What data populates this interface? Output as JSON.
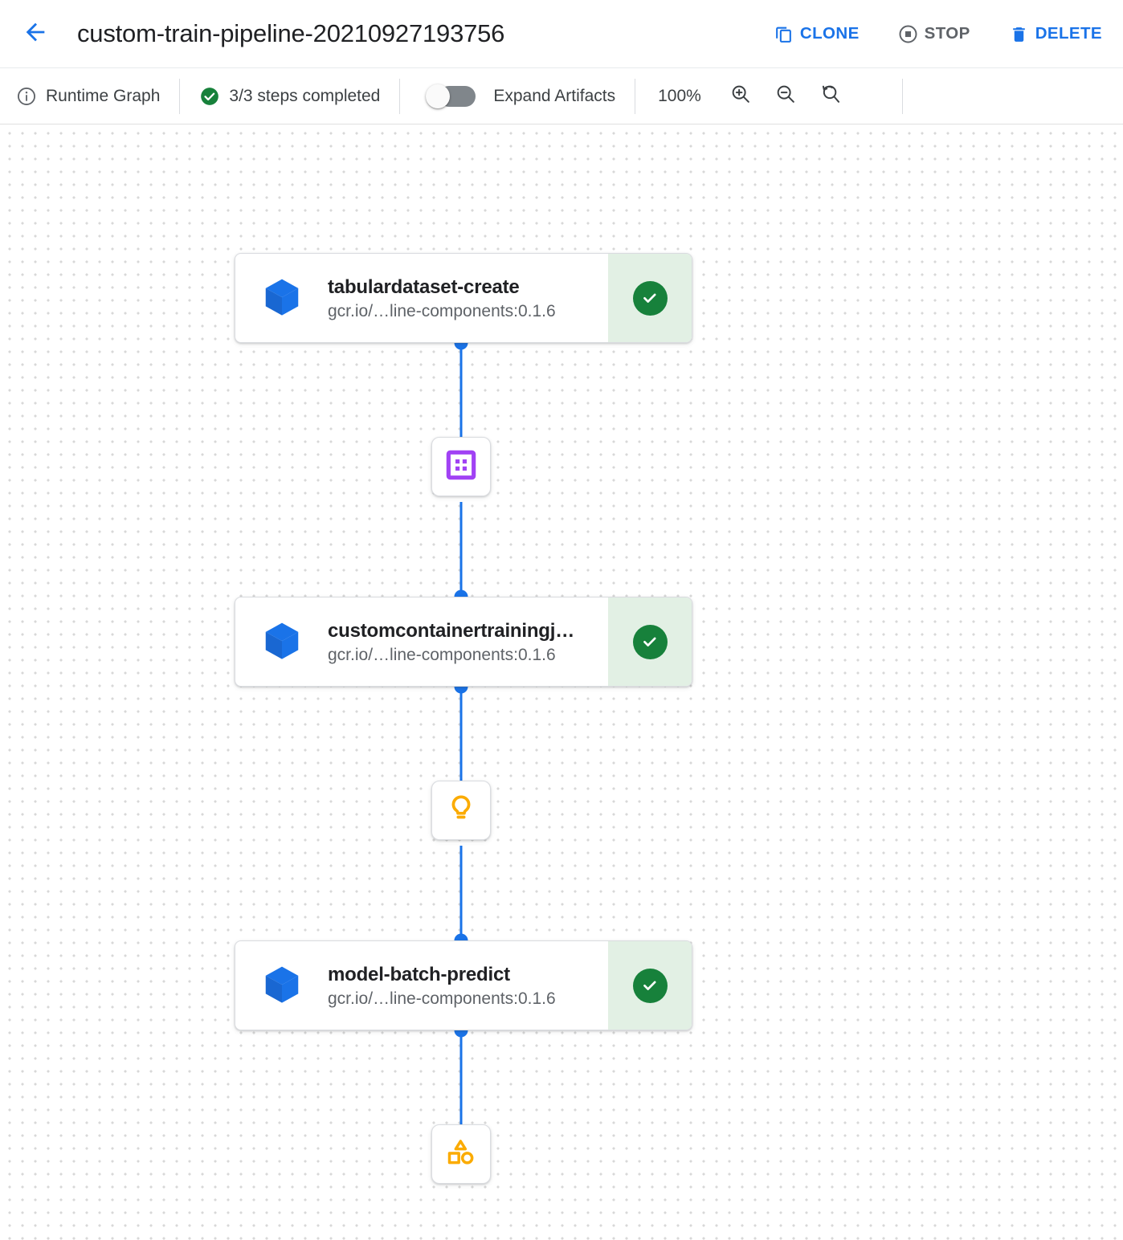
{
  "header": {
    "back_icon": "arrow-back-icon",
    "title": "custom-train-pipeline-20210927193756",
    "actions": [
      {
        "id": "clone",
        "label": "CLONE",
        "icon": "content-copy-icon",
        "enabled": true,
        "color": "#1a73e8"
      },
      {
        "id": "stop",
        "label": "STOP",
        "icon": "stop-circle-icon",
        "enabled": false,
        "color": "#5f6368"
      },
      {
        "id": "delete",
        "label": "DELETE",
        "icon": "trash-icon",
        "enabled": true,
        "color": "#1a73e8"
      }
    ]
  },
  "toolbar": {
    "graph_mode_label": "Runtime Graph",
    "graph_mode_icon": "info-circle-icon",
    "steps_status_label": "3/3 steps completed",
    "steps_status_icon": "check-circle-icon",
    "steps_status_color": "#17813b",
    "expand_artifacts_label": "Expand Artifacts",
    "expand_artifacts_on": false,
    "zoom_level": "100%",
    "zoom_in_icon": "zoom-in-icon",
    "zoom_out_icon": "zoom-out-icon",
    "zoom_reset_icon": "zoom-reset-icon"
  },
  "graph": {
    "accent_color": "#1a73e8",
    "nodes": [
      {
        "id": "tabulardataset-create",
        "title": "tabulardataset-create",
        "subtitle": "gcr.io/…line-components:0.1.6",
        "icon": "cube-icon",
        "status": "succeeded",
        "status_icon": "check-circle-icon"
      },
      {
        "id": "customcontainertrainingjob",
        "title": "customcontainertrainingj…",
        "subtitle": "gcr.io/…line-components:0.1.6",
        "icon": "cube-icon",
        "status": "succeeded",
        "status_icon": "check-circle-icon"
      },
      {
        "id": "model-batch-predict",
        "title": "model-batch-predict",
        "subtitle": "gcr.io/…line-components:0.1.6",
        "icon": "cube-icon",
        "status": "succeeded",
        "status_icon": "check-circle-icon"
      }
    ],
    "artifacts": [
      {
        "id": "dataset-artifact",
        "icon": "dataset-icon",
        "color": "#a142f4"
      },
      {
        "id": "model-artifact",
        "icon": "lightbulb-icon",
        "color": "#fbab00"
      },
      {
        "id": "prediction-artifact",
        "icon": "shapes-icon",
        "color": "#fbab00"
      }
    ]
  }
}
